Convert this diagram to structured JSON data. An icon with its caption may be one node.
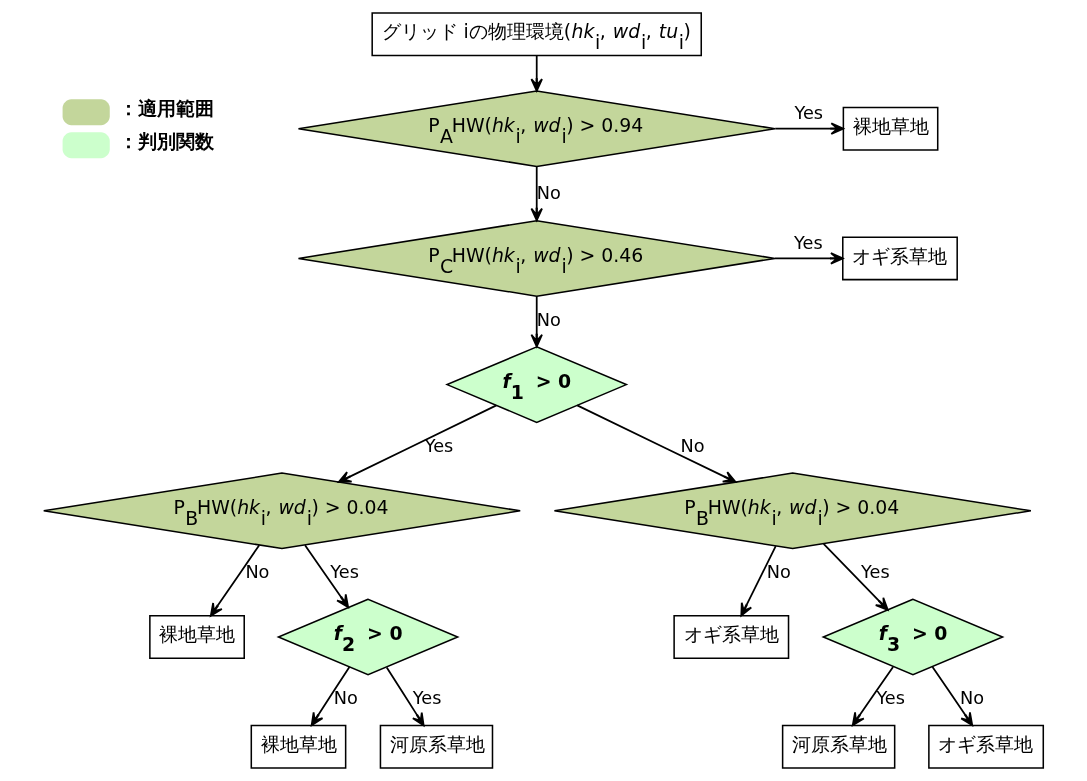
{
  "diagram": {
    "nodes": [
      {
        "text": [
          "グリッド iの物理環境(*hk*$_{i}$, *wd*$_{i}$, *tu*$_{i}$)"
        ]
      },
      {
        "text": [
          "P$_{A}$HW(*hk*$_{i}$, *wd*$_{i}$) > 0.94"
        ]
      },
      {
        "text": [
          "裸地草地"
        ]
      },
      {
        "text": [
          "P$_{C}$HW(*hk*$_{i}$, *wd*$_{i}$) > 0.46"
        ]
      },
      {
        "text": [
          "オギ系草地"
        ]
      },
      {
        "text": [
          "*f*$_{1}$ > 0"
        ]
      },
      {
        "text": [
          "P$_{B}$HW(*hk*$_{i}$, *wd*$_{i}$) > 0.04"
        ]
      },
      {
        "text": [
          "P$_{B}$HW(*hk*$_{i}$, *wd*$_{i}$) > 0.04"
        ]
      },
      {
        "text": [
          "裸地草地"
        ]
      },
      {
        "text": [
          "*f*$_{2}$ > 0"
        ]
      },
      {
        "text": [
          "オギ系草地"
        ]
      },
      {
        "text": [
          "*f*$_{3}$ > 0"
        ]
      },
      {
        "text": [
          "裸地草地"
        ]
      },
      {
        "text": [
          "河原系草地"
        ]
      },
      {
        "text": [
          "河原系草地"
        ]
      },
      {
        "text": [
          "オギ系草地"
        ]
      }
    ],
    "edges": [
      {
        "from": 0,
        "to": 1,
        "arrow": "to"
      },
      {
        "from": 1,
        "to": 2,
        "arrow": "to",
        "label": "Yes"
      },
      {
        "from": 1,
        "to": 3,
        "arrow": "to",
        "label": "No"
      },
      {
        "from": 3,
        "to": 4,
        "arrow": "to",
        "label": "Yes"
      },
      {
        "from": 3,
        "to": 5,
        "arrow": "to",
        "label": "No"
      },
      {
        "from": 5,
        "to": 6,
        "arrow": "to",
        "label": "Yes"
      },
      {
        "from": 5,
        "to": 7,
        "arrow": "to",
        "label": "No"
      },
      {
        "from": 6,
        "to": 8,
        "arrow": "to",
        "label": "No"
      },
      {
        "from": 6,
        "to": 9,
        "arrow": "to",
        "label": "Yes"
      },
      {
        "from": 7,
        "to": 10,
        "arrow": "to",
        "label": "No"
      },
      {
        "from": 7,
        "to": 11,
        "arrow": "to",
        "label": "Yes"
      },
      {
        "from": 9,
        "to": 12,
        "arrow": "to",
        "label": "No"
      },
      {
        "from": 9,
        "to": 13,
        "arrow": "to",
        "label": "Yes"
      },
      {
        "from": 11,
        "to": 14,
        "arrow": "to",
        "label": "Yes"
      },
      {
        "from": 11,
        "to": 15,
        "arrow": "to",
        "label": "No"
      }
    ],
    "legend": [
      {
        "text": "：適用範囲",
        "color": "#c3d69b"
      },
      {
        "text": "：判別関数",
        "color": "#ccffcc"
      }
    ]
  }
}
